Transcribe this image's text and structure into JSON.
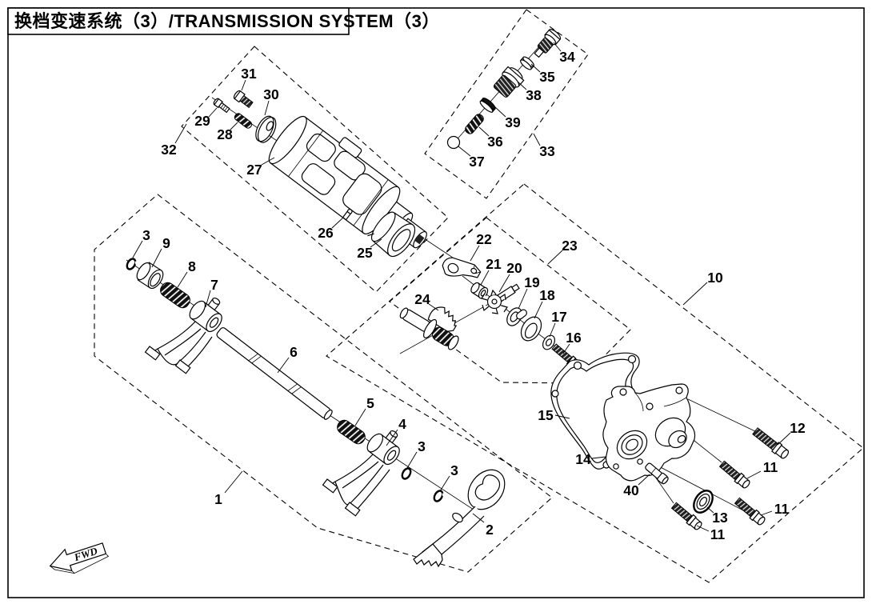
{
  "title": "换档变速系统（3）/TRANSMISSION SYSTEM（3）",
  "fwd": "FWD",
  "callouts": [
    {
      "label": "1"
    },
    {
      "label": "2"
    },
    {
      "label": "3"
    },
    {
      "label": "3"
    },
    {
      "label": "3"
    },
    {
      "label": "4"
    },
    {
      "label": "5"
    },
    {
      "label": "6"
    },
    {
      "label": "7"
    },
    {
      "label": "8"
    },
    {
      "label": "9"
    },
    {
      "label": "10"
    },
    {
      "label": "11"
    },
    {
      "label": "11"
    },
    {
      "label": "11"
    },
    {
      "label": "12"
    },
    {
      "label": "13"
    },
    {
      "label": "14"
    },
    {
      "label": "15"
    },
    {
      "label": "16"
    },
    {
      "label": "17"
    },
    {
      "label": "18"
    },
    {
      "label": "19"
    },
    {
      "label": "20"
    },
    {
      "label": "21"
    },
    {
      "label": "22"
    },
    {
      "label": "23"
    },
    {
      "label": "24"
    },
    {
      "label": "25"
    },
    {
      "label": "26"
    },
    {
      "label": "27"
    },
    {
      "label": "28"
    },
    {
      "label": "29"
    },
    {
      "label": "30"
    },
    {
      "label": "31"
    },
    {
      "label": "32"
    },
    {
      "label": "33"
    },
    {
      "label": "34"
    },
    {
      "label": "35"
    },
    {
      "label": "36"
    },
    {
      "label": "37"
    },
    {
      "label": "38"
    },
    {
      "label": "39"
    },
    {
      "label": "40"
    }
  ]
}
